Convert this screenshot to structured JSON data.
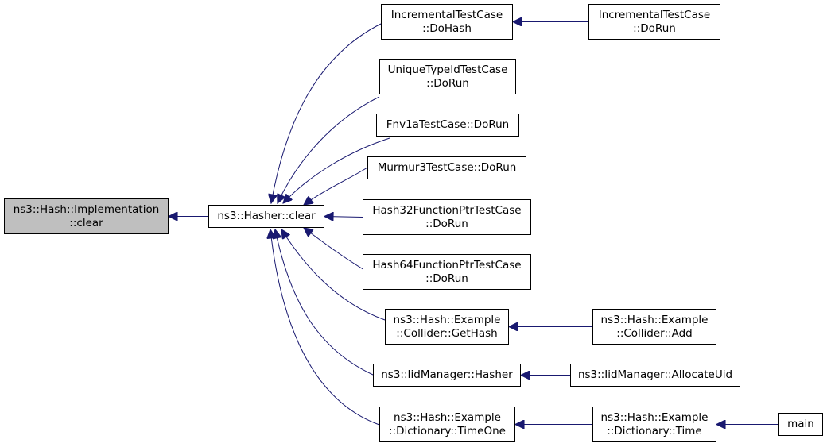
{
  "graph": {
    "focus_node": "n0",
    "colors": {
      "edge": "#191970",
      "node_border": "#000000",
      "node_fill": "#ffffff",
      "focus_fill": "#bfbfbf"
    },
    "nodes": {
      "n0": {
        "lines": [
          "ns3::Hash::Implementation",
          "::clear"
        ]
      },
      "n1": {
        "lines": [
          "ns3::Hasher::clear"
        ]
      },
      "n2": {
        "lines": [
          "IncrementalTestCase",
          "::DoHash"
        ]
      },
      "n3": {
        "lines": [
          "IncrementalTestCase",
          "::DoRun"
        ]
      },
      "n4": {
        "lines": [
          "UniqueTypeIdTestCase",
          "::DoRun"
        ]
      },
      "n5": {
        "lines": [
          "Fnv1aTestCase::DoRun"
        ]
      },
      "n6": {
        "lines": [
          "Murmur3TestCase::DoRun"
        ]
      },
      "n7": {
        "lines": [
          "Hash32FunctionPtrTestCase",
          "::DoRun"
        ]
      },
      "n8": {
        "lines": [
          "Hash64FunctionPtrTestCase",
          "::DoRun"
        ]
      },
      "n9": {
        "lines": [
          "ns3::Hash::Example",
          "::Collider::GetHash"
        ]
      },
      "n10": {
        "lines": [
          "ns3::Hash::Example",
          "::Collider::Add"
        ]
      },
      "n11": {
        "lines": [
          "ns3::IidManager::Hasher"
        ]
      },
      "n12": {
        "lines": [
          "ns3::IidManager::AllocateUid"
        ]
      },
      "n13": {
        "lines": [
          "ns3::Hash::Example",
          "::Dictionary::TimeOne"
        ]
      },
      "n14": {
        "lines": [
          "ns3::Hash::Example",
          "::Dictionary::Time"
        ]
      },
      "n15": {
        "lines": [
          "main"
        ]
      }
    },
    "edges": [
      {
        "from": "n1",
        "to": "n0"
      },
      {
        "from": "n2",
        "to": "n1"
      },
      {
        "from": "n4",
        "to": "n1"
      },
      {
        "from": "n5",
        "to": "n1"
      },
      {
        "from": "n6",
        "to": "n1"
      },
      {
        "from": "n7",
        "to": "n1"
      },
      {
        "from": "n8",
        "to": "n1"
      },
      {
        "from": "n9",
        "to": "n1"
      },
      {
        "from": "n11",
        "to": "n1"
      },
      {
        "from": "n13",
        "to": "n1"
      },
      {
        "from": "n3",
        "to": "n2"
      },
      {
        "from": "n10",
        "to": "n9"
      },
      {
        "from": "n12",
        "to": "n11"
      },
      {
        "from": "n14",
        "to": "n13"
      },
      {
        "from": "n15",
        "to": "n14"
      }
    ]
  }
}
